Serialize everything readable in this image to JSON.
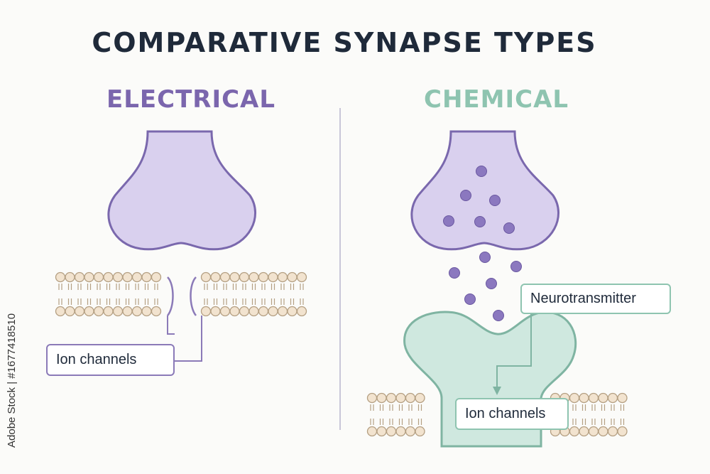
{
  "title": "COMPARATIVE SYNAPSE TYPES",
  "panels": {
    "electrical": {
      "heading": "ELECTRICAL",
      "labels": [
        "Ion channels"
      ]
    },
    "chemical": {
      "heading": "CHEMICAL",
      "labels": [
        "Neurotransmitter",
        "Ion channels"
      ]
    }
  },
  "watermark_id": "1677418510",
  "watermark_text": "Adobe Stock | #1677418510",
  "colors": {
    "title": "#1f2a3a",
    "electrical_heading": "#7b66ad",
    "chemical_heading": "#8ec4b0",
    "presynaptic_fill": "#d9d0ee",
    "presynaptic_stroke": "#7a68ad",
    "vesicle": "#8b78bf",
    "postsynaptic_fill": "#cfe8df",
    "postsynaptic_stroke": "#7fb4a2",
    "membrane_head": "#f2e3cf",
    "membrane_stroke": "#b49f82"
  }
}
